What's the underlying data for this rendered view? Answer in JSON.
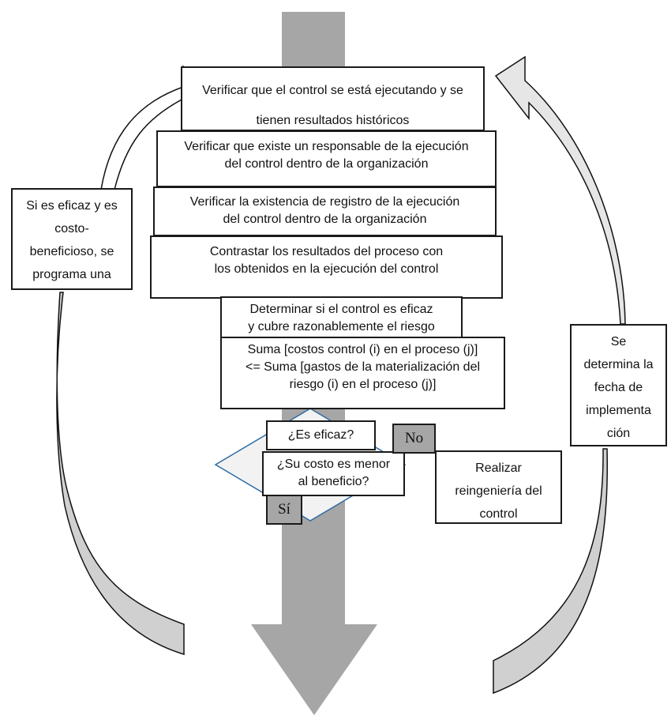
{
  "diagram": {
    "steps": [
      {
        "lines": [
          "Verificar que el control se está ejecutando y se",
          "tienen resultados históricos"
        ]
      },
      {
        "lines": [
          "Verificar que existe un responsable de la ejecución",
          "del control dentro de la organización"
        ]
      },
      {
        "lines": [
          "Verificar la existencia de registro de la ejecución",
          "del control dentro de la organización"
        ]
      },
      {
        "lines": [
          "Contrastar los resultados del proceso con",
          "los obtenidos en la ejecución del control"
        ]
      },
      {
        "lines": [
          "Determinar si el control es eficaz",
          "y cubre razonablemente el riesgo"
        ]
      },
      {
        "lines": [
          "Suma [costos control (i) en el proceso (j)]",
          "<= Suma [gastos de la materialización del",
          "riesgo (i) en el proceso (j)]"
        ]
      }
    ],
    "decision": {
      "question_1": "¿Es eficaz?",
      "question_2": [
        "¿Su costo es menor",
        "al beneficio?"
      ],
      "no_label": "No",
      "yes_label": "Sí"
    },
    "no_outcome": {
      "lines": [
        "Realizar",
        "reingeniería del",
        "control"
      ]
    },
    "left_loop": {
      "lines": [
        "Si es eficaz y es",
        "costo-",
        "beneficioso, se",
        "programa una"
      ]
    },
    "right_loop": {
      "lines": [
        "Se",
        "determina la",
        "fecha de",
        "implementa",
        "ción"
      ]
    },
    "colors": {
      "main_arrow": "#a6a6a6",
      "curve_fill": "#d0d0d0",
      "left_arrowhead": "#ffffff",
      "right_arrowhead": "#e6e6e6",
      "diamond_fill": "#f2f2f2",
      "diamond_stroke": "#2e6ca4",
      "tag_fill": "#a6a6a6"
    }
  }
}
